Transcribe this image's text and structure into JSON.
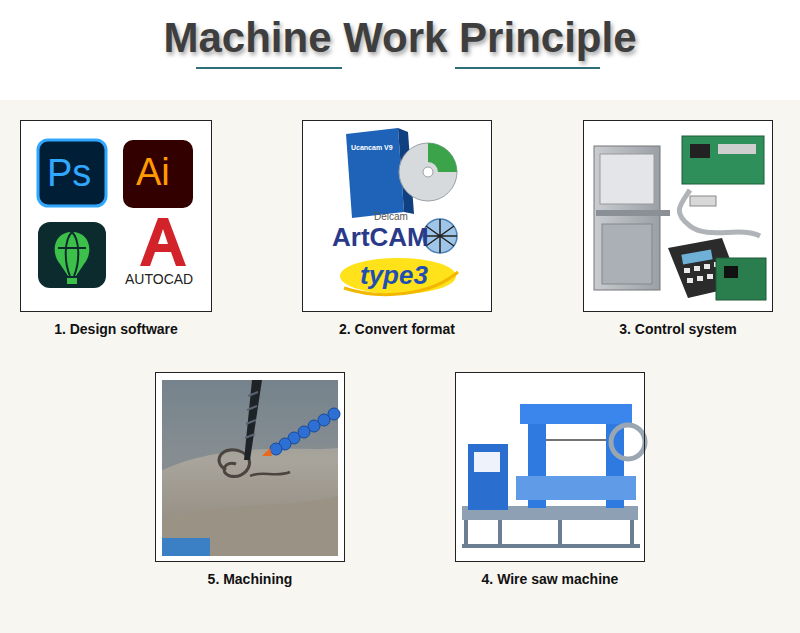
{
  "diagram": {
    "title": "Machine Work Principle",
    "nodes": [
      {
        "text": [
          "1. Design software"
        ]
      },
      {
        "text": [
          "2. Convert format"
        ]
      },
      {
        "text": [
          "3. Control system"
        ]
      },
      {
        "text": [
          "4. Wire saw machine"
        ]
      },
      {
        "text": [
          "5. Machining"
        ]
      }
    ],
    "edges": [
      {
        "from": 0,
        "to": 1,
        "arrow": "to"
      },
      {
        "from": 1,
        "to": 2,
        "arrow": "to"
      },
      {
        "from": 2,
        "to": 3,
        "arrow": "to"
      },
      {
        "from": 3,
        "to": 4,
        "arrow": "to"
      }
    ],
    "labels": [
      "Ps",
      "Ai",
      "AUTOCAD",
      "Ucancam V9",
      "Delcam",
      "ArtCAM",
      "type3"
    ]
  }
}
